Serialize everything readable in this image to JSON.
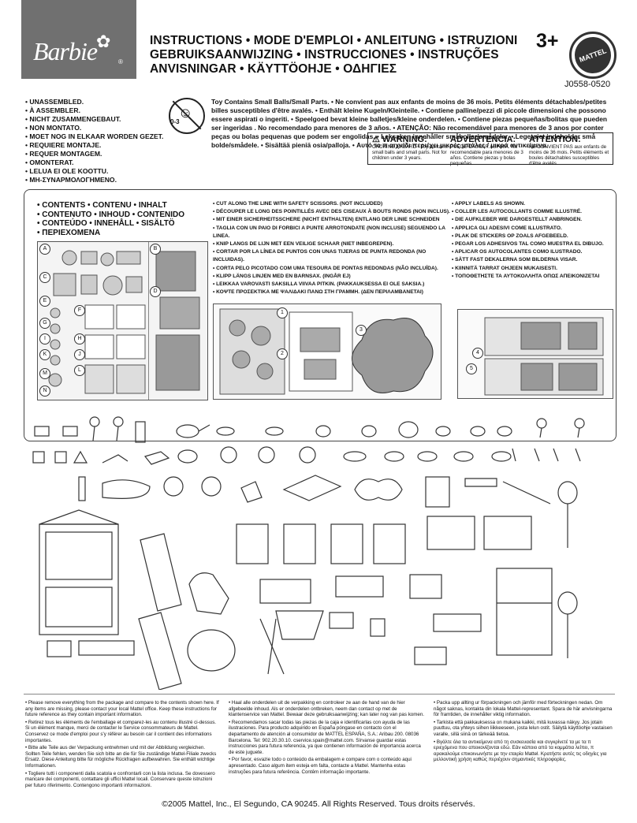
{
  "brand": {
    "logo": "Barbie",
    "flower": "✿",
    "reg": "®"
  },
  "header": {
    "title_lines": [
      "INSTRUCTIONS • MODE D'EMPLOI • ANLEITUNG • ISTRUZIONI",
      "GEBRUIKSAANWIJZING • INSTRUCCIONES • INSTRUÇÕES",
      "ANVISNINGAR • KÄYTTÖOHJE • ΟΔΗΓΙΕΣ"
    ],
    "age": "3+",
    "maker": "MATTEL",
    "code": "J0558-0520"
  },
  "assembly": [
    "• UNASSEMBLED.",
    "• À ASSEMBLER.",
    "• NICHT ZUSAMMENGEBAUT.",
    "• NON MONTATO.",
    "• MOET NOG IN ELKAAR WORDEN GEZET.",
    "• REQUIERE MONTAJE.",
    "• REQUER MONTAGEM.",
    "• OMONTERAT.",
    "• LELUA EI OLE KOOTTU.",
    "• ΜΗ-ΣΥΝΑΡΜΟΛΟΓΗΜΕΝΟ."
  ],
  "warning_icon": {
    "name": "no-small-children-icon",
    "label": "0-3"
  },
  "small_parts": "Toy Contains Small Balls/Small Parts. • Ne convient pas aux enfants de moins de 36 mois. Petits éléments détachables/petites billes susceptibles d'être avalés. • Enthält kleine Kugeln/Kleinteile. • Contiene palline/pezzi di piccole dimensioni che possono essere aspirati o ingeriti. • Speelgoed bevat kleine balletjes/kleine onderdelen. • Contiene piezas pequeñas/bolitas que pueden ser ingeridas . No recomendado para menores de 3 años. • ATENÇÃO: Não recomendável para menores de 3 anos por conter peças ou bolas pequenas que podem ser engolidas. • Leksaken innehåller småbollar/smådelar. • Legetøjet indeholder små bolde/smådele. • Sisältää pieniä osia/palloja. • Αυτό το π αιχνίδι περιέχει μικρές μπάλες / μικρά αντικείμενα.",
  "warning_box": [
    {
      "head": "⚠ WARNING:",
      "body": "CHOKING HAZARD - Toy contains small balls and small parts. Not for children under 3 years."
    },
    {
      "head": "ADVERTENCIA:",
      "body": "PUEDE CAUSAR ASFIXIA. No recomendable para menores de 3 años. Contiene piezas y bolas pequeñas."
    },
    {
      "head": "ATTENTION:",
      "body": "NE CONVIENT PAS aux enfants de moins de 36 mois. Petits éléments et boules détachables susceptibles d'être avalés."
    }
  ],
  "contents": [
    "• CONTENTS • CONTENU • INHALT",
    "• CONTENUTO • INHOUD • CONTENIDO",
    "• CONTEÚDO • INNEHÅLL • SISÄLTÖ",
    "• ΠΕΡΙΕΧΟΜΕΝΑ"
  ],
  "cut": [
    "• CUT ALONG THE LINE WITH SAFETY SCISSORS. (NOT INCLUDED)",
    "• DÉCOUPER LE LONG DES POINTILLÉS AVEC DES CISEAUX À BOUTS RONDS (NON INCLUS).",
    "• MIT EINER SICHERHEITSSCHERE (NICHT ENTHALTEN) ENTLANG DER LINIE SCHNEIDEN",
    "• TAGLIA CON UN PAIO DI FORBICI A PUNTE ARROTONDATE (NON INCLUSE) SEGUENDO LA LINEA.",
    "• KNIP LANGS DE LIJN MET EEN VEILIGE SCHAAR (NIET INBEGREPEN).",
    "• CORTAR POR LA LÍNEA DE PUNTOS CON UNAS TIJERAS DE PUNTA REDONDA (NO INCLUIDAS).",
    "• CORTA PELO PICOTADO COM UMA TESOURA DE PONTAS REDONDAS (NÃO INCLUÍDA).",
    "• KLIPP LÄNGS LINJEN MED EN BARNSAX. (INGÅR EJ)",
    "• LEIKKAA VAROVASTI SAKSILLA VIIVAA PITKIN. (PAKKAUKSESSA EI OLE SAKSIA.)",
    "• ΚΟΨΤΕ ΠΡΟΣΕΚΤΙΚΑ ΜΕ ΨΑΛΙΔΑΚΙ ΠΑΝΩ ΣΤΗ ΓΡΑΜΜΗ. (ΔΕΝ ΠΕΡΙΛΑΜΒΑΝΕΤΑΙ)"
  ],
  "apply": [
    "• APPLY LABELS AS SHOWN.",
    "• COLLER LES AUTOCOLLANTS COMME ILLUSTRÉ.",
    "• DIE AUFKLEBER WIE DARGESTELLT ANBRINGEN.",
    "• APPLICA GLI ADESIVI COME ILLUSTRATO.",
    "• PLAK DE STICKERS OP ZOALS AFGEBEELD.",
    "• PEGAR LOS ADHESIVOS TAL COMO MUESTRA EL DIBUJO.",
    "• APLICAR OS AUTOCOLANTES COMO ILUSTRADO.",
    "• SÄTT FAST DEKALERNA SOM BILDERNA VISAR.",
    "• KIINNITÄ TARRAT OHJEEN MUKAISESTI.",
    "• ΤΟΠΟΘΕΤΗΣΤΕ ΤΑ ΑΥΤΟΚΟΛΛΗΤΑ ΟΠΩΣ ΑΠΕΙΚΟΝΙΖΕΤΑΙ"
  ],
  "sheet_letters": [
    "A",
    "B",
    "C",
    "D",
    "E",
    "F",
    "G",
    "H",
    "I",
    "J",
    "K",
    "L",
    "M",
    "N"
  ],
  "step_numbers": [
    "1",
    "2",
    "3",
    "4",
    "5"
  ],
  "footer": {
    "col1": [
      "• Please remove everything from the package and compare to the contents shown here. If any items are missing, please contact your local Mattel office. Keep these instructions for future reference as they contain important information.",
      "• Retirez tous les éléments de l'emballage et comparez-les au contenu illustré ci-dessus. Si un élément manque, merci de contacter le Service consommateurs de Mattel. Conservez ce mode d'emploi pour s'y référer au besoin car il contient des informations importantes.",
      "• Bitte alle Teile aus der Verpackung entnehmen und mit der Abbildung vergleichen. Sollten Teile fehlen, wenden Sie sich bitte an die für Sie zuständige Mattel-Filiale zwecks Ersatz. Diese Anleitung bitte für mögliche Rückfragen aufbewahren. Sie enthält wichtige Informationen.",
      "• Togliere tutti i componenti dalla scatola e confrontarli con la lista inclusa. Se dovessero mancare dei componenti, contattare gli uffici Mattel locali. Conservare queste istruzioni per futuro riferimento. Contengono importanti informazioni."
    ],
    "col2": [
      "• Haal alle onderdelen uit de verpakking en controleer ze aan de hand van de hier afgebeelde inhoud. Als er onderdelen ontbreken, neem dan contact op met de klantenservice van Mattel. Bewaar deze gebruiksaanwijzing; kan later nog van pas komen.",
      "• Recomendamos sacar todas las piezas de la caja e identificarlas con ayuda de las ilustraciones. Para producto adquirido en España póngase en contacto con el departamento de atención al consumidor de MATTEL ESPAÑA, S.A.: Aribau 200. 08036 Barcelona. Tel: 902.20.30.10. cservice.spain@mattel.com. Sírvanse guardar estas instrucciones para futura referencia, ya que contienen información de importancia acerca de este juguete.",
      "• Por favor, esvazie todo o conteúdo da embalagem e compare com o conteúdo aqui apresentado. Caso algum item esteja em falta, contacte a Mattel. Mantenha estas instruções para futura referência. Contêm informação importante."
    ],
    "col3": [
      "• Packa upp allting ur förpackningen och jämför med förteckningen nedan. Om något saknas, kontakta din lokala Mattel-representant. Spara de här anvisningarna för framtiden, de innehåller viktig information.",
      "• Tarkista että pakkauksessa on mukana kaikki, mitä kuvassa näkyy. Jos jotain puuttuu, ota yhteys siihen liikkeeseen, josta lelun ostit. Säilytä käyttöohje vastaisen varalle, sillä siinä on tärkeää tietoa.",
      "• Βγάλτε όλα τα αντικείμενα από τη συσκευασία και συγκρίνετέ τα με τα π εριεχόμενα που απεικονίζονται εδώ. Εάν κάποιο από τα κομμάτια λείπει, π αρακαλούμε επικοινωνήστε με την εταιρία Mattel. Κρατήστε αυτές τις οδηγίες για μελλοντική χρήση καθώς περιέχουν σημαντικές πληροφορίες."
    ],
    "copyright": "©2005 Mattel, Inc., El Segundo, CA 90245. All Rights Reserved. Tous droits réservés."
  }
}
